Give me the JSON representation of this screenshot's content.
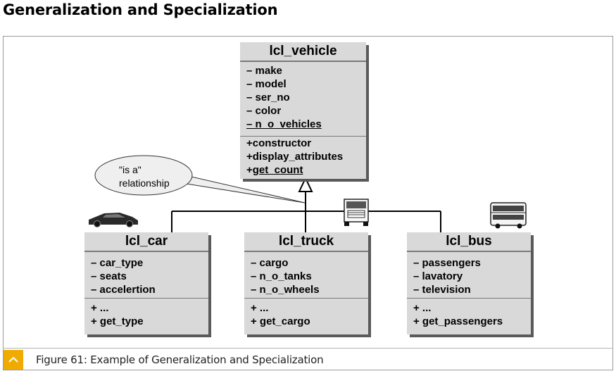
{
  "page_title": "Generalization and Specialization",
  "superclass": {
    "name": "lcl_vehicle",
    "attributes": [
      "– make",
      "– model",
      "– ser_no",
      "– color",
      "– n_o_vehicles"
    ],
    "methods": [
      "+constructor",
      "+display_attributes",
      "+get_count"
    ]
  },
  "subclasses": [
    {
      "name": "lcl_car",
      "icon": "sports-car-icon",
      "attributes": [
        "– car_type",
        "– seats",
        "– accelertion"
      ],
      "methods": [
        "+ ...",
        "+ get_type"
      ]
    },
    {
      "name": "lcl_truck",
      "icon": "truck-icon",
      "attributes": [
        "– cargo",
        "– n_o_tanks",
        "– n_o_wheels"
      ],
      "methods": [
        "+ ...",
        "+ get_cargo"
      ]
    },
    {
      "name": "lcl_bus",
      "icon": "double-decker-bus-icon",
      "attributes": [
        "– passengers",
        "– lavatory",
        "– television"
      ],
      "methods": [
        "+ ...",
        "+ get_passengers"
      ]
    }
  ],
  "bubble": {
    "line1": "\"is a\"",
    "line2": "relationship"
  },
  "caption": {
    "text": "Figure 61: Example of Generalization and Specialization",
    "icon": "chevron-up-icon"
  },
  "colors": {
    "class_fill": "#d9d9d9",
    "shadow": "#5a5a5a",
    "accent": "#f0ab00"
  }
}
